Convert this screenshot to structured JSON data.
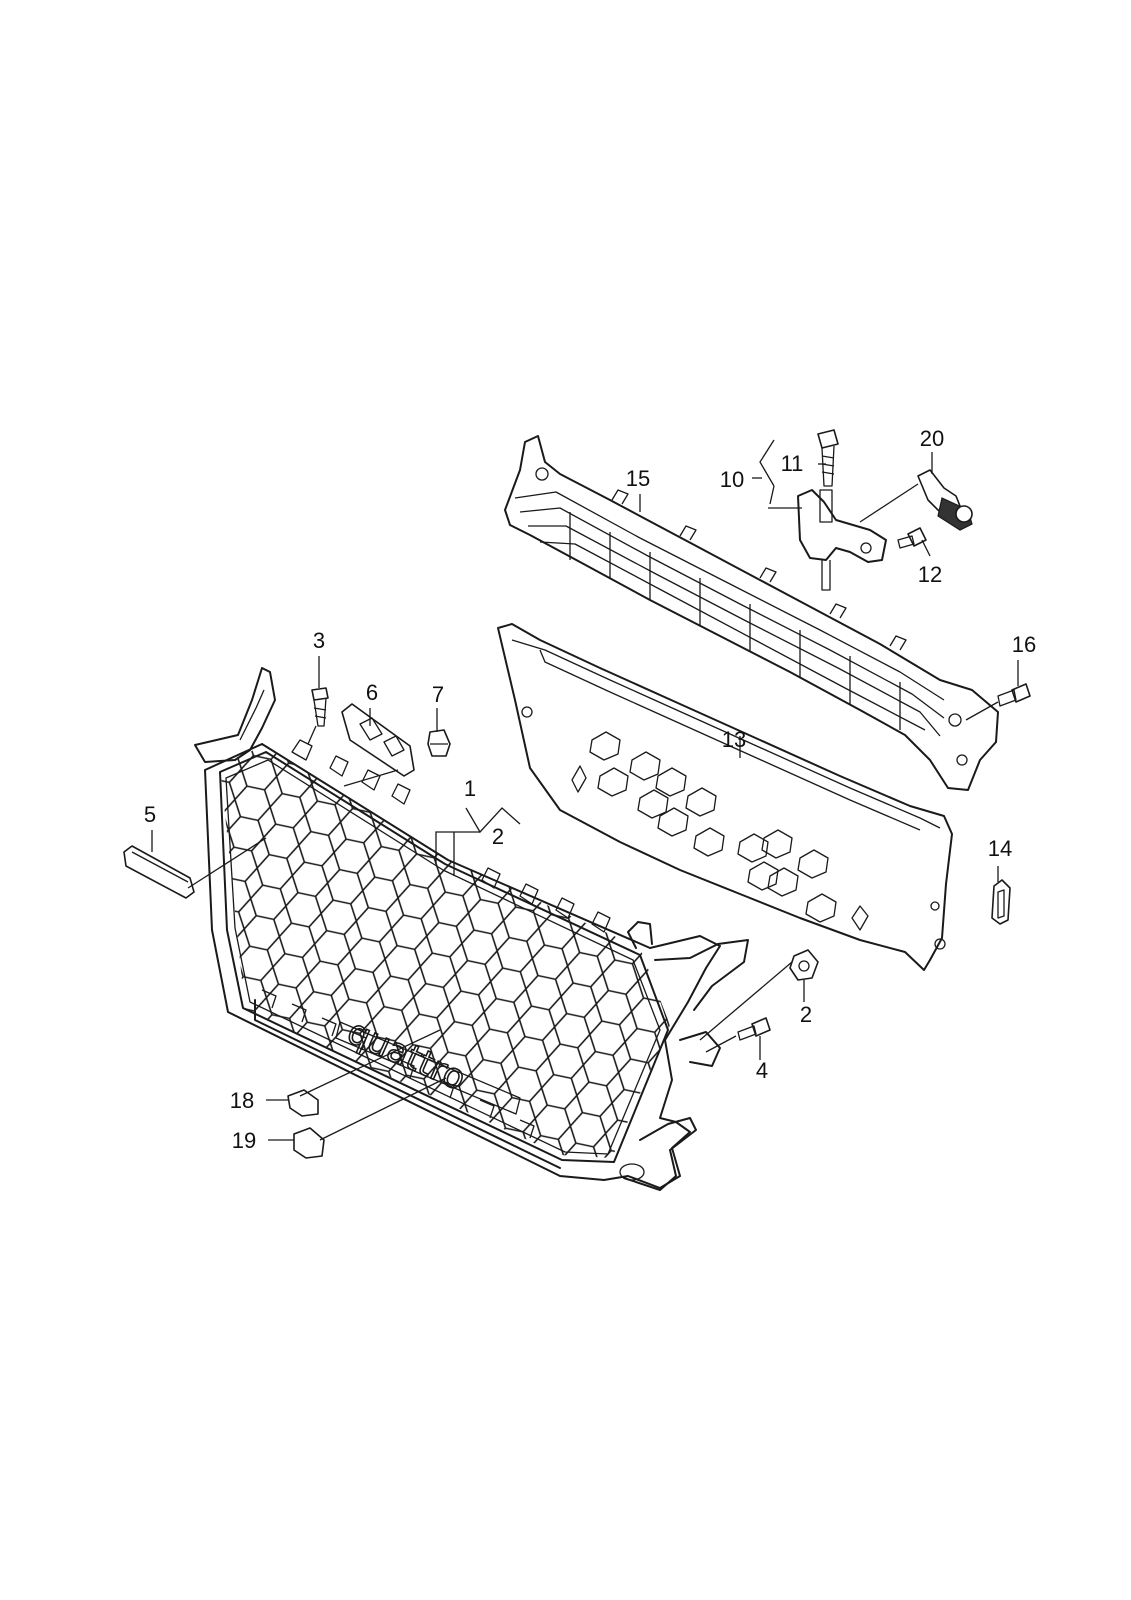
{
  "diagram": {
    "callouts": [
      {
        "id": "c1",
        "text": "1"
      },
      {
        "id": "c2a",
        "text": "2"
      },
      {
        "id": "c2b",
        "text": "2"
      },
      {
        "id": "c3",
        "text": "3"
      },
      {
        "id": "c4",
        "text": "4"
      },
      {
        "id": "c5",
        "text": "5"
      },
      {
        "id": "c6",
        "text": "6"
      },
      {
        "id": "c7",
        "text": "7"
      },
      {
        "id": "c10",
        "text": "10"
      },
      {
        "id": "c11",
        "text": "11"
      },
      {
        "id": "c12",
        "text": "12"
      },
      {
        "id": "c13",
        "text": "13"
      },
      {
        "id": "c14",
        "text": "14"
      },
      {
        "id": "c15",
        "text": "15"
      },
      {
        "id": "c16",
        "text": "16"
      },
      {
        "id": "c18",
        "text": "18"
      },
      {
        "id": "c19",
        "text": "19"
      },
      {
        "id": "c20",
        "text": "20"
      }
    ],
    "grille_logo_text": "quattro",
    "line_color": "#1a1a1a",
    "background_color": "#ffffff"
  }
}
